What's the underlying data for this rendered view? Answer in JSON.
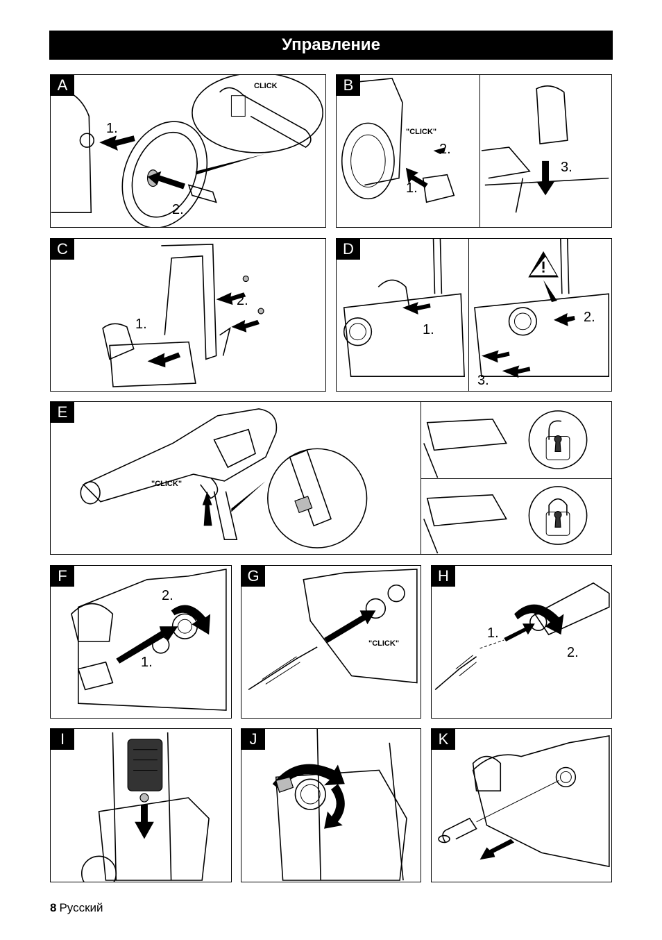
{
  "header": {
    "title": "Управление"
  },
  "footer": {
    "page_number": "8",
    "language": "Русский"
  },
  "panels": {
    "A": {
      "letter": "A",
      "steps": [
        "1.",
        "2."
      ],
      "click": "CLICK"
    },
    "B": {
      "letter": "B",
      "steps": [
        "1.",
        "2.",
        "3."
      ],
      "click": "\"CLICK\""
    },
    "C": {
      "letter": "C",
      "steps": [
        "1.",
        "2."
      ]
    },
    "D": {
      "letter": "D",
      "steps": [
        "1.",
        "2.",
        "3."
      ]
    },
    "E": {
      "letter": "E",
      "click": "\"CLICK\""
    },
    "F": {
      "letter": "F",
      "steps": [
        "1.",
        "2."
      ]
    },
    "G": {
      "letter": "G",
      "click": "\"CLICK\""
    },
    "H": {
      "letter": "H",
      "steps": [
        "1.",
        "2."
      ]
    },
    "I": {
      "letter": "I"
    },
    "J": {
      "letter": "J"
    },
    "K": {
      "letter": "K"
    }
  },
  "icons": [
    "warning-triangle-icon",
    "lock-open-icon",
    "lock-closed-icon",
    "arrow-icon",
    "rotate-arrow-icon"
  ]
}
